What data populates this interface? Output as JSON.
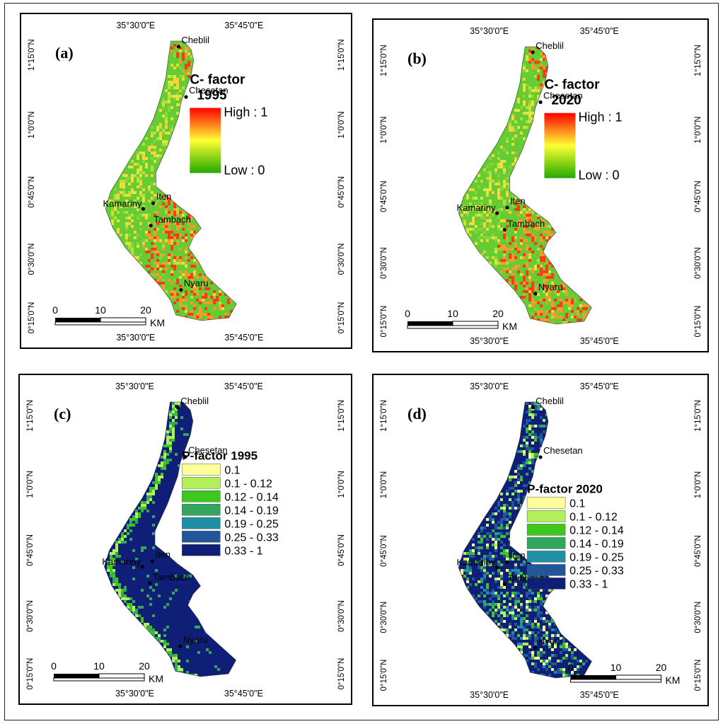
{
  "panels": [
    {
      "id": "a",
      "letter": "(a)",
      "legend_type": "gradient",
      "legend_title_line1": "C- factor",
      "legend_title_line2": "1995",
      "legend_high": "High : 1",
      "legend_low": "Low : 0",
      "scheme": "c"
    },
    {
      "id": "b",
      "letter": "(b)",
      "legend_type": "gradient",
      "legend_title_line1": "C- factor",
      "legend_title_line2": "2020",
      "legend_high": "High : 1",
      "legend_low": "Low : 0",
      "scheme": "c"
    },
    {
      "id": "c",
      "letter": "(c)",
      "legend_type": "classes",
      "legend_title": "P-factor 1995",
      "scheme": "p"
    },
    {
      "id": "d",
      "letter": "(d)",
      "legend_type": "classes",
      "legend_title": "P-factor 2020",
      "scheme": "p2"
    }
  ],
  "graticule": {
    "lon_labels": [
      "35°30'0\"E",
      "35°45'0\"E"
    ],
    "lat_labels": [
      "1°15'0\"N",
      "1°0'0\"N",
      "0°45'0\"N",
      "0°30'0\"N",
      "0°15'0\"N"
    ]
  },
  "places": [
    "Cheblil",
    "Chesetan",
    "Iten",
    "Kamariny",
    "Tambach",
    "Nyaru"
  ],
  "scalebar": {
    "ticks": [
      "0",
      "10",
      "20"
    ],
    "unit": "KM"
  },
  "p_classes": [
    {
      "label": "0.1",
      "color": "#ffff99"
    },
    {
      "label": "0.1 - 0.12",
      "color": "#b2f05a"
    },
    {
      "label": "0.12 - 0.14",
      "color": "#3ec81e"
    },
    {
      "label": "0.14 - 0.19",
      "color": "#33a65e"
    },
    {
      "label": "0.19 - 0.25",
      "color": "#1f8fa8"
    },
    {
      "label": "0.25 - 0.33",
      "color": "#22559a"
    },
    {
      "label": "0.33 - 1",
      "color": "#0f1f78"
    }
  ],
  "c_gradient_colors": [
    "#ff0000",
    "#ffff33",
    "#22aa00"
  ]
}
